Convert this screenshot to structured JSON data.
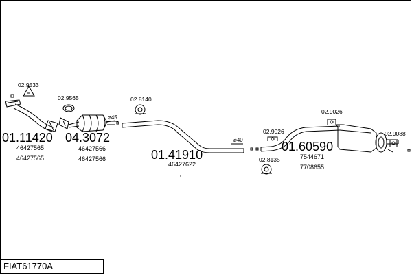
{
  "title": "FIAT61770A",
  "parts": {
    "front_pipe": {
      "number": "01.11420",
      "refs": [
        "46427565",
        "46427565"
      ]
    },
    "catalyst": {
      "number": "04.3072",
      "refs": [
        "46427566",
        "46427566"
      ]
    },
    "middle_pipe": {
      "number": "01.41910",
      "refs": [
        "46427622"
      ]
    },
    "rear_silencer": {
      "number": "01.60590",
      "refs": [
        "7544671",
        "7708655"
      ]
    }
  },
  "accessories": {
    "a1": "02.9533",
    "a2": "02.9565",
    "a3": "02.8140",
    "a4": "02.9026",
    "a5": "02.9026",
    "a6": "02.8135",
    "a7": "02.9088"
  },
  "diameters": {
    "d45": "⌀45",
    "d40": "⌀40"
  }
}
